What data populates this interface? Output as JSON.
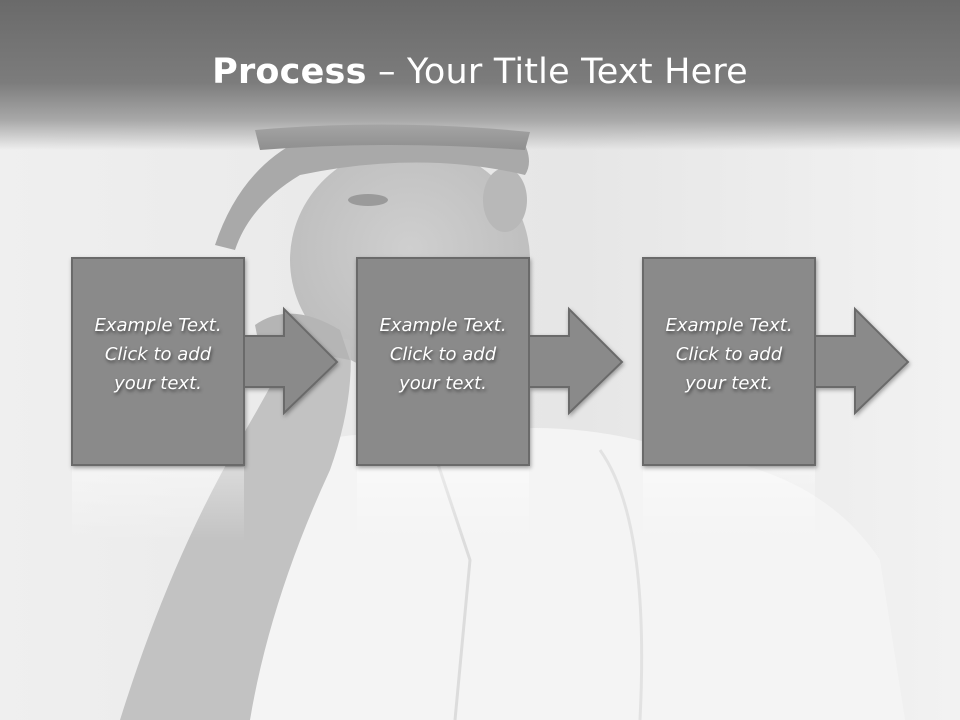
{
  "slide": {
    "title": {
      "bold_part": "Process",
      "rest": " – Your Title Text Here"
    },
    "steps": [
      {
        "lines": [
          "Example Text.",
          "Click  to add",
          "your text."
        ]
      },
      {
        "lines": [
          "Example Text.",
          "Click  to add",
          "your text."
        ]
      },
      {
        "lines": [
          "Example Text.",
          "Click  to add",
          "your text."
        ]
      }
    ]
  },
  "colors": {
    "title_bar": "#6a6a6a",
    "box_fill": "#8a8a8a",
    "box_border": "#6b6b6b",
    "title_text": "#ffffff",
    "step_text": "#ffffff"
  },
  "icons": [
    "arrow-right-icon"
  ]
}
